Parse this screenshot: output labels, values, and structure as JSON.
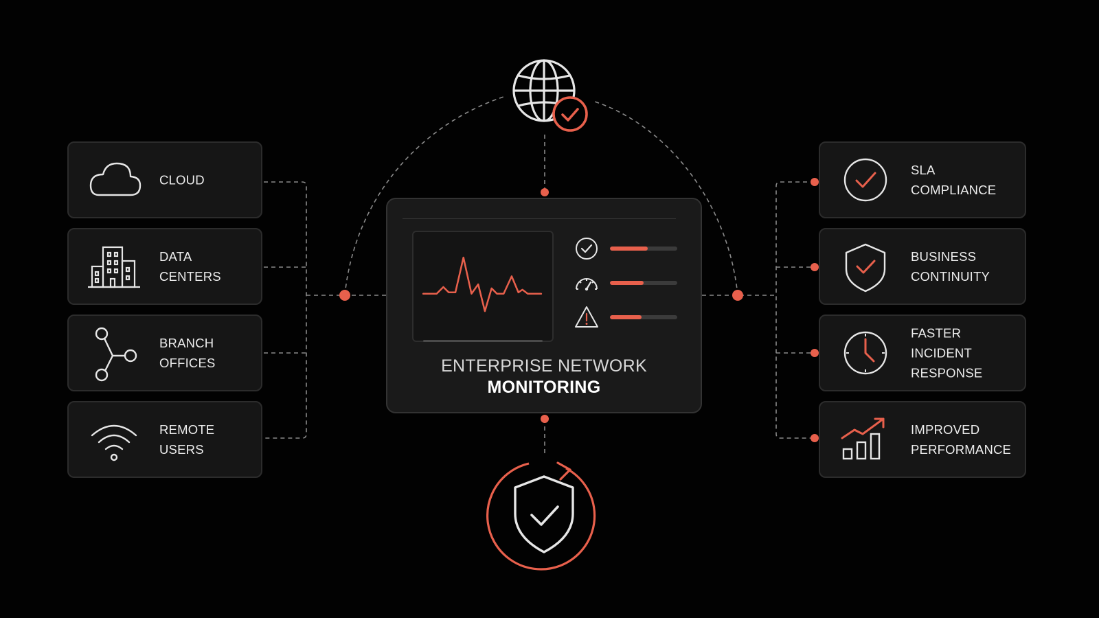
{
  "colors": {
    "background": "#020202",
    "card": "#161616",
    "border": "#2c2c2c",
    "accent": "#e8604c",
    "icon_stroke": "#e6e6e6",
    "wire": "#8a8a8a"
  },
  "top_node": {
    "icon": "globe-check-icon"
  },
  "bottom_node": {
    "icon": "shield-refresh-icon"
  },
  "center": {
    "title_line1": "ENTERPRISE NETWORK",
    "title_line2": "MONITORING",
    "monitor_icon": "heartbeat-chart-icon",
    "stats": [
      {
        "icon": "check-circle-icon",
        "level": 0.56
      },
      {
        "icon": "gauge-icon",
        "level": 0.5
      },
      {
        "icon": "warning-icon",
        "level": 0.47
      }
    ]
  },
  "sources": [
    {
      "icon": "cloud-icon",
      "label": "CLOUD"
    },
    {
      "icon": "building-icon",
      "label": "DATA CENTERS"
    },
    {
      "icon": "branch-icon",
      "label_line1": "BRANCH",
      "label_line2": "OFFICES"
    },
    {
      "icon": "wifi-icon",
      "label": "REMOTE USERS"
    }
  ],
  "benefits": [
    {
      "icon": "check-circle-icon",
      "label_line1": "SLA",
      "label_line2": "COMPLIANCE"
    },
    {
      "icon": "shield-check-icon",
      "label_line1": "BUSINESS",
      "label_line2": "CONTINUITY"
    },
    {
      "icon": "clock-icon",
      "label_line1": "FASTER INCIDENT",
      "label_line2": "RESPONSE"
    },
    {
      "icon": "trend-chart-icon",
      "label_line1": "IMPROVED",
      "label_line2": "PERFORMANCE"
    }
  ]
}
